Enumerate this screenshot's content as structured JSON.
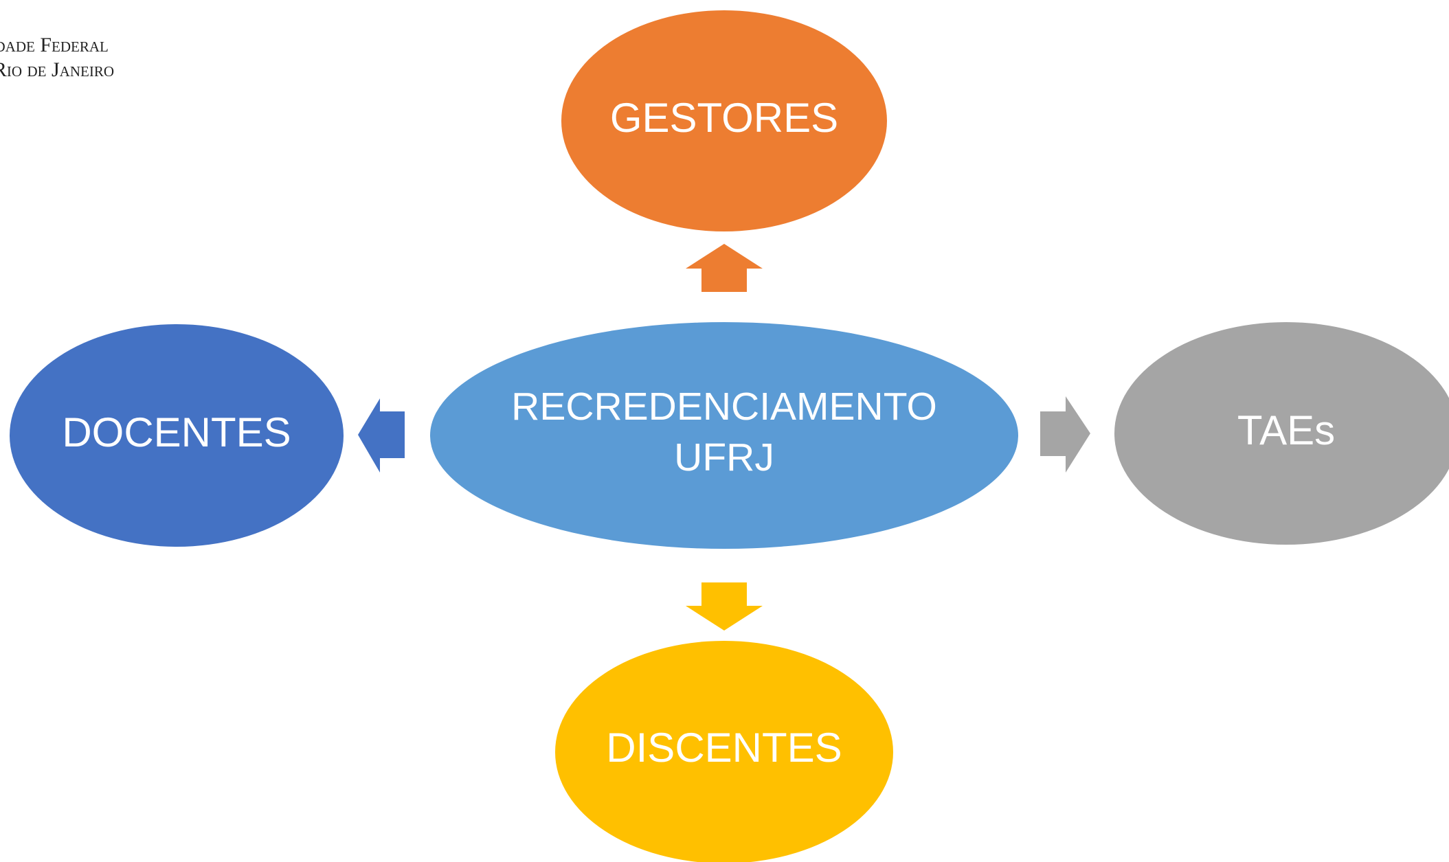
{
  "logo": {
    "line1": "Universidade Federal",
    "line2": "do Rio de Janeiro"
  },
  "center": {
    "line1": "RECREDENCIAMENTO",
    "line2": "UFRJ",
    "color": "#5B9BD5"
  },
  "nodes": {
    "top": {
      "label": "GESTORES",
      "color": "#ED7D31"
    },
    "left": {
      "label": "DOCENTES",
      "color": "#4472C4"
    },
    "right": {
      "label": "TAEs",
      "color": "#A5A5A5"
    },
    "bottom": {
      "label": "DISCENTES",
      "color": "#FFC000"
    }
  },
  "arrows": {
    "up": {
      "color": "#ED7D31",
      "icon": "arrow-up-icon"
    },
    "left": {
      "color": "#4472C4",
      "icon": "arrow-left-icon"
    },
    "right": {
      "color": "#A5A5A5",
      "icon": "arrow-right-icon"
    },
    "down": {
      "color": "#FFC000",
      "icon": "arrow-down-icon"
    }
  }
}
